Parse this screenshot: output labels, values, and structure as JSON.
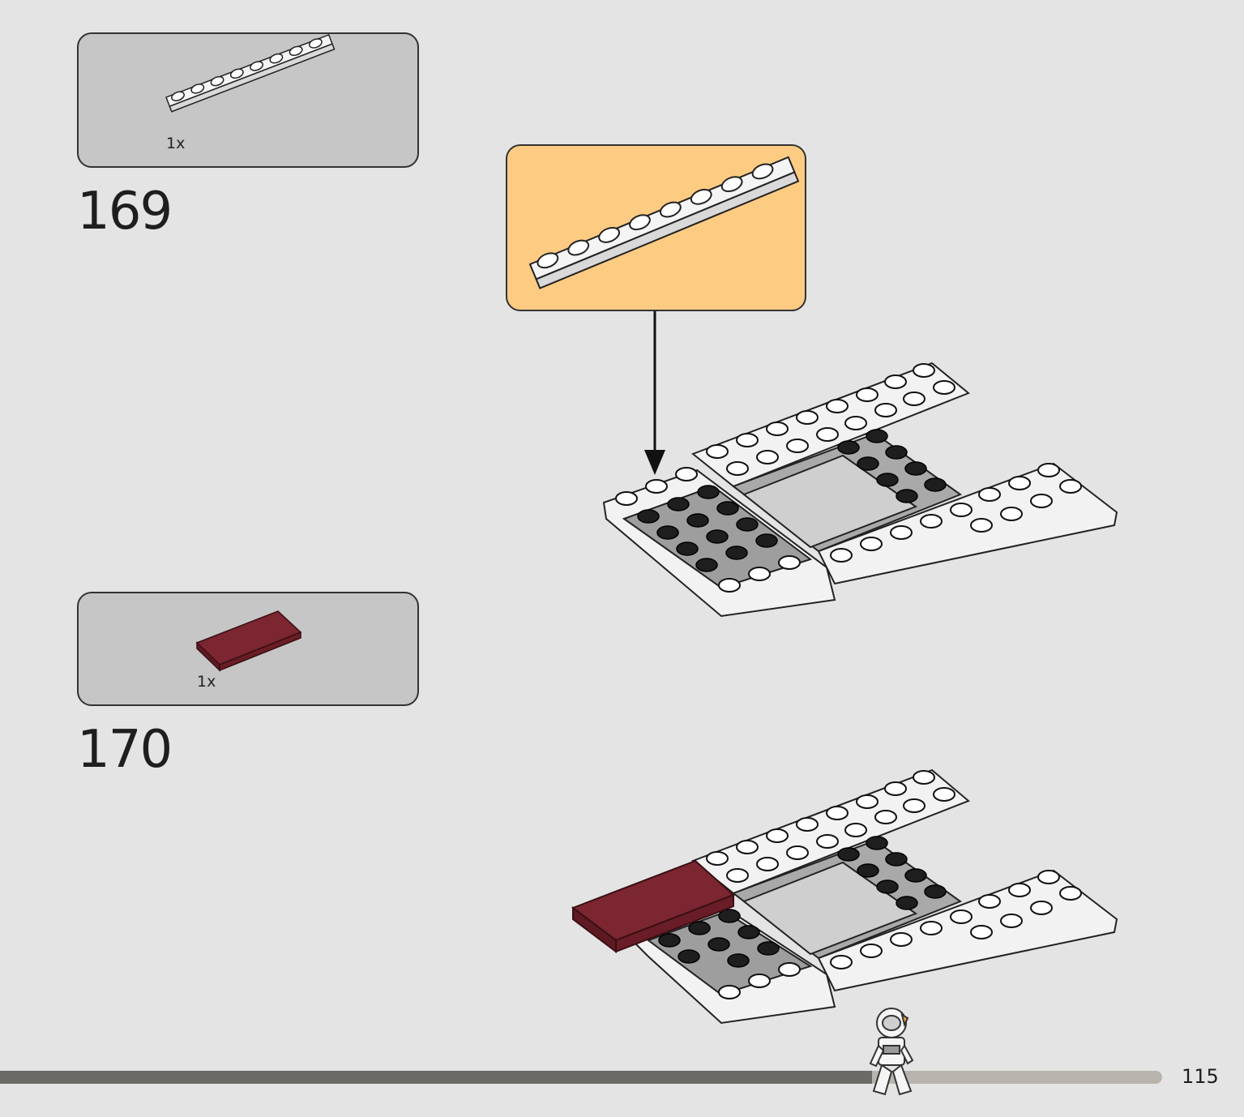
{
  "steps": [
    {
      "number": "169",
      "parts": [
        {
          "quantity": "1x",
          "color": "#ffffff",
          "name": "plate-1x8"
        }
      ]
    },
    {
      "number": "170",
      "parts": [
        {
          "quantity": "1x",
          "color": "#7b2630",
          "name": "tile-2x4"
        }
      ]
    }
  ],
  "callout_color": "#fecb83",
  "page_number": "115",
  "progress": 0.75
}
